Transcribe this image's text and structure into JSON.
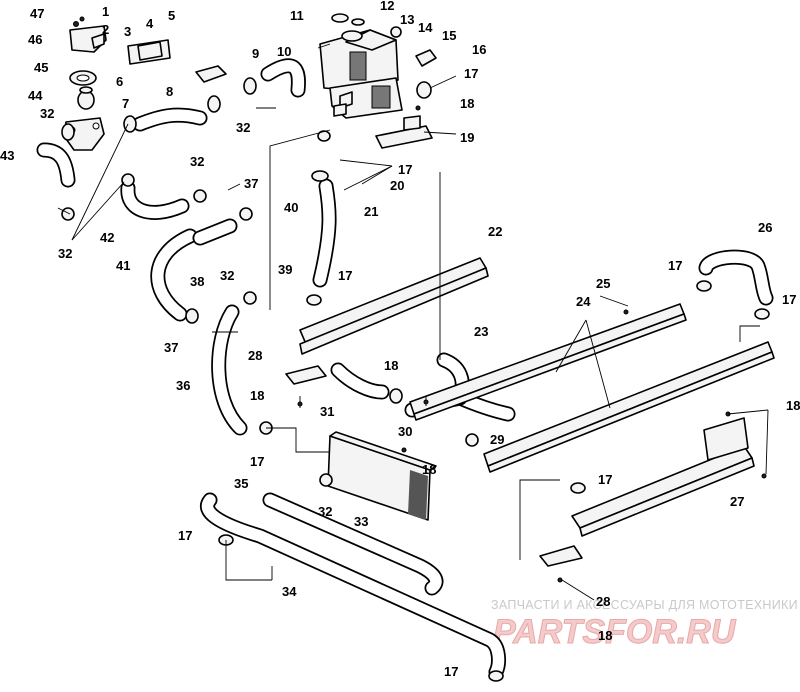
{
  "diagram": {
    "callouts": {
      "n1": "1",
      "n2": "2",
      "n3": "3",
      "n4": "4",
      "n5": "5",
      "n6": "6",
      "n7": "7",
      "n8": "8",
      "n9": "9",
      "n10": "10",
      "n11": "11",
      "n12": "12",
      "n13": "13",
      "n14": "14",
      "n15": "15",
      "n16": "16",
      "n17": "17",
      "n18": "18",
      "n19": "19",
      "n20": "20",
      "n21": "21",
      "n22": "22",
      "n23": "23",
      "n24": "24",
      "n25": "25",
      "n26": "26",
      "n27": "27",
      "n28": "28",
      "n29": "29",
      "n30": "30",
      "n31": "31",
      "n32": "32",
      "n33": "33",
      "n34": "34",
      "n35": "35",
      "n36": "36",
      "n37": "37",
      "n38": "38",
      "n39": "39",
      "n40": "40",
      "n41": "41",
      "n42": "42",
      "n43": "43",
      "n44": "44",
      "n45": "45",
      "n46": "46",
      "n47": "47"
    },
    "watermark": {
      "caption": "ЗАПЧАСТИ И АКСЕССУАРЫ ДЛЯ МОТОТЕХНИКИ",
      "logo": "PARTSFOR.RU"
    }
  }
}
